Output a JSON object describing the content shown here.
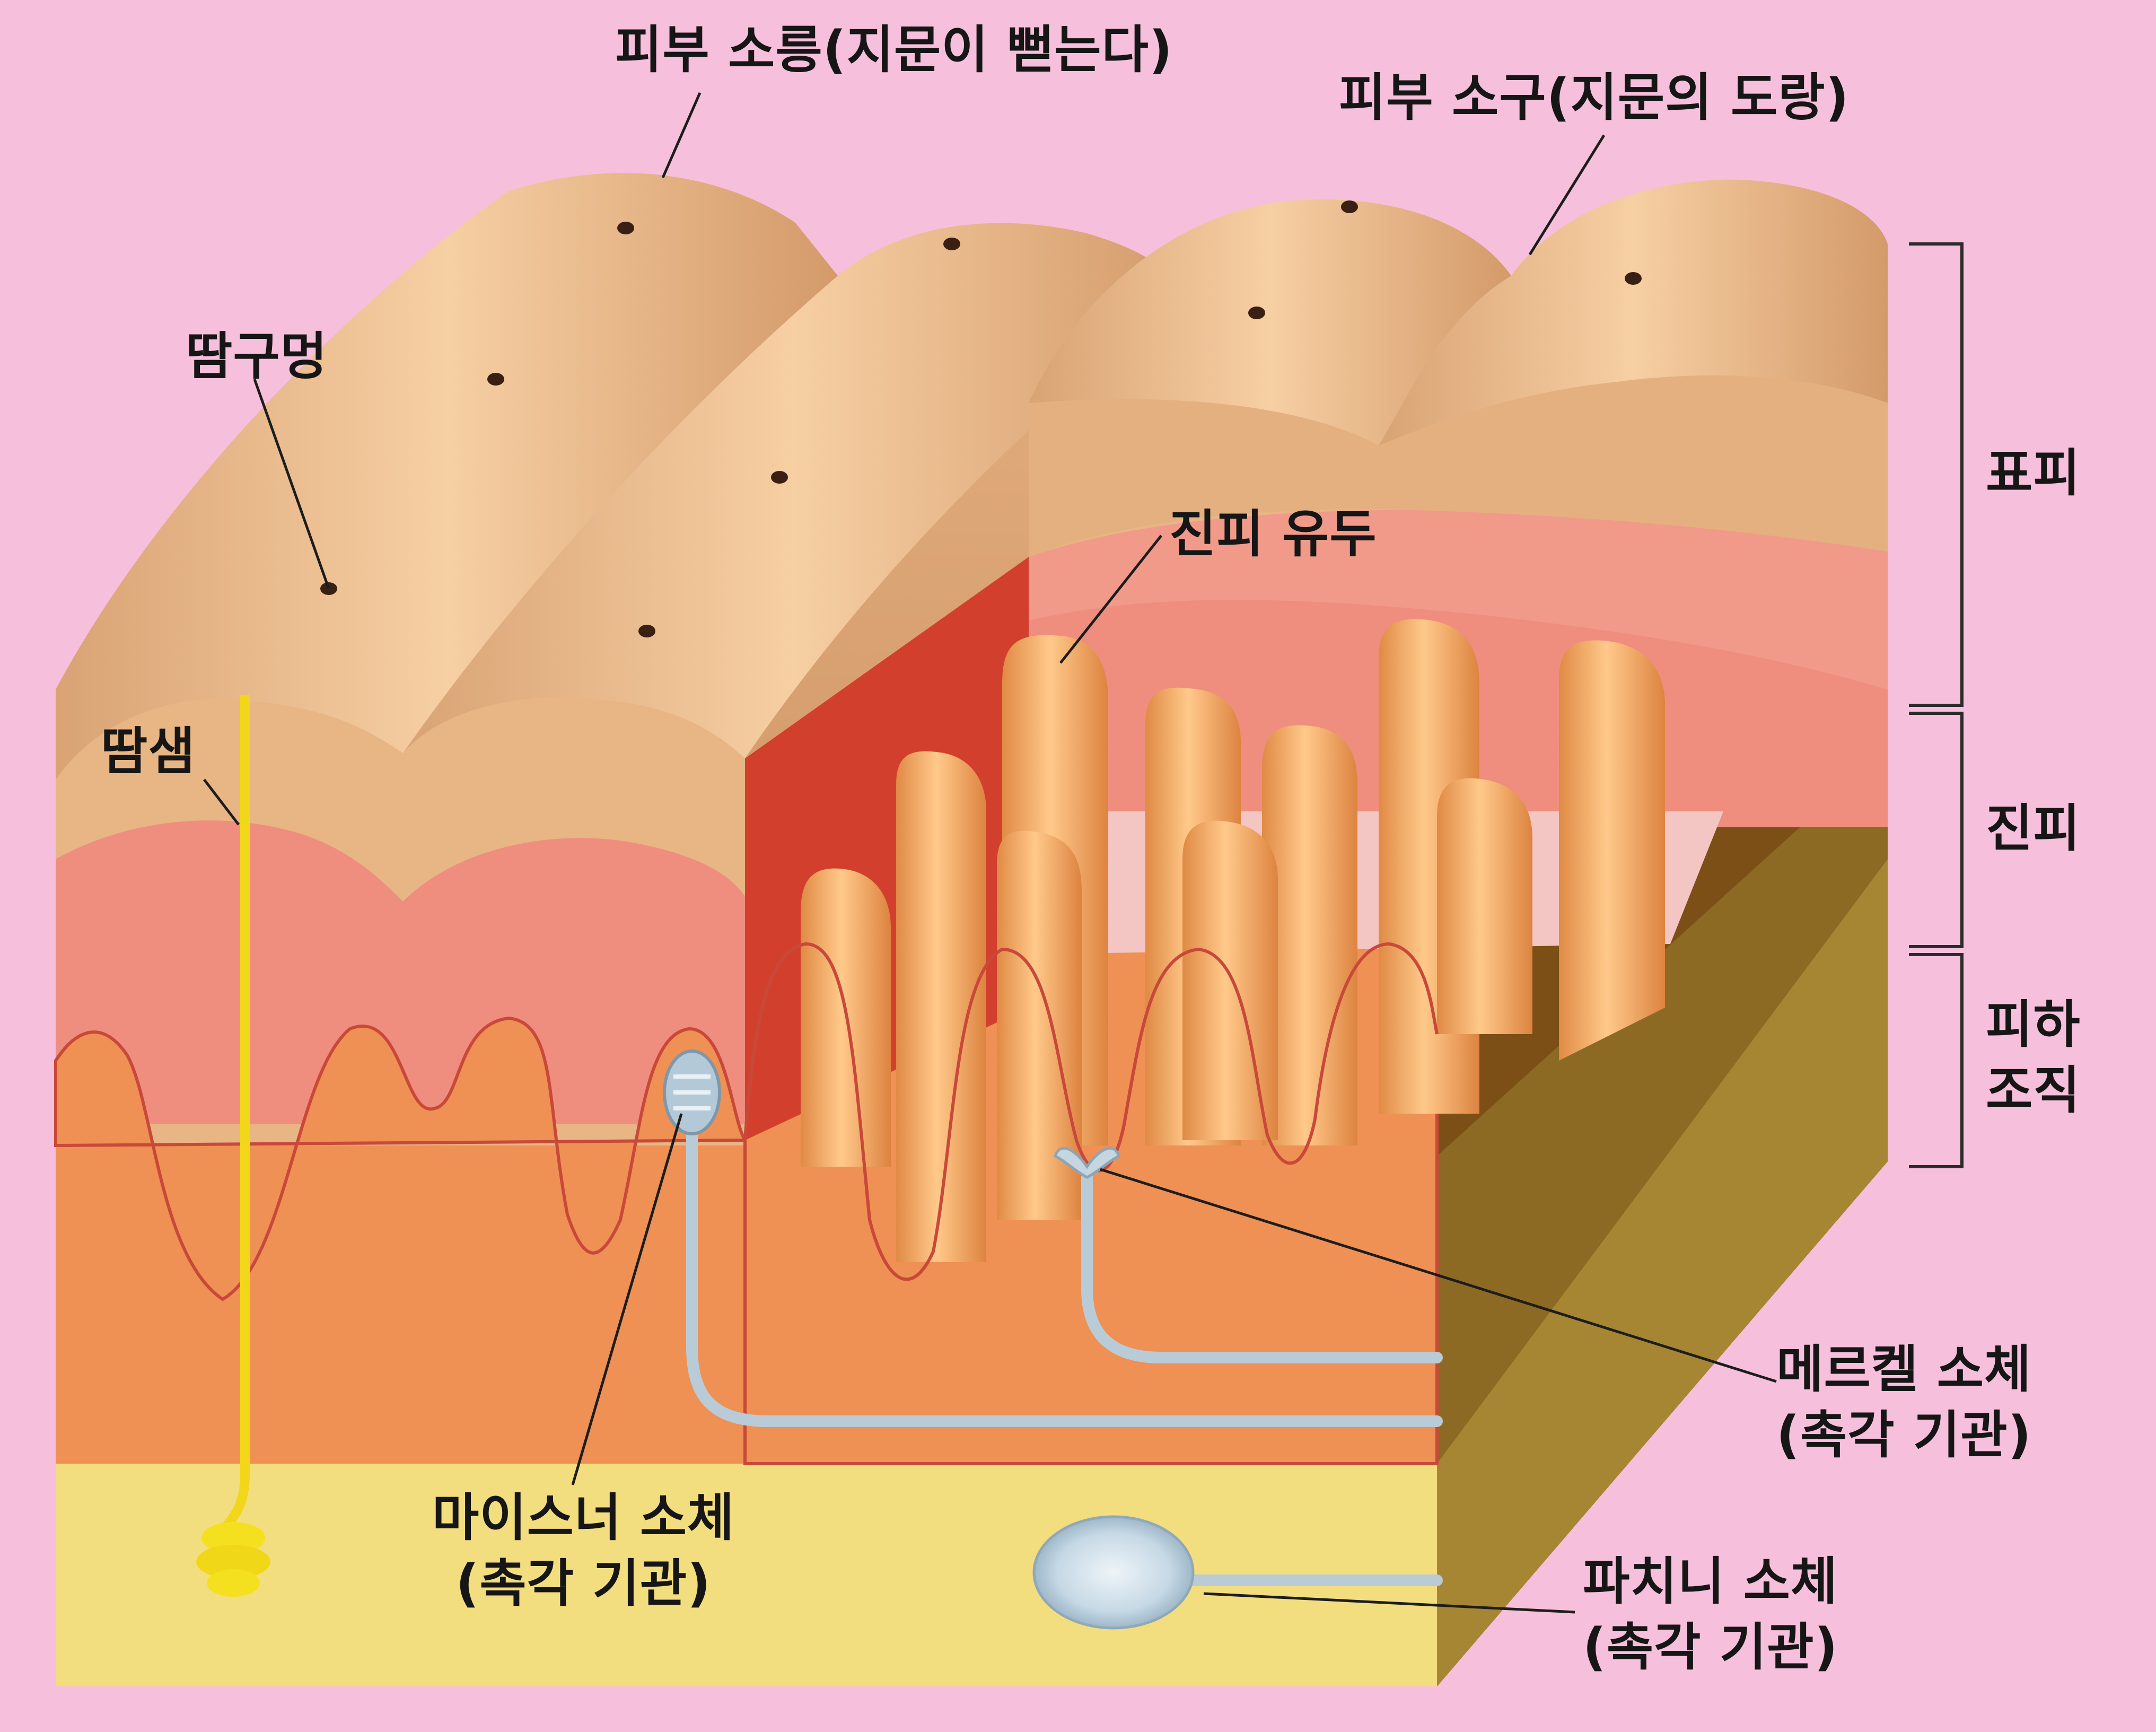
{
  "labels": {
    "ridge": "피부 소릉(지문이 뻗는다)",
    "furrow": "피부 소구(지문의 도랑)",
    "sweat_pore": "땀구멍",
    "sweat_gland": "땀샘",
    "dermal_papilla": "진피 유두",
    "layer_epidermis": "표피",
    "layer_dermis": "진피",
    "layer_subcutis_1": "피하",
    "layer_subcutis_2": "조직",
    "merkel_1": "메르켈 소체",
    "merkel_2": "(촉각 기관)",
    "meissner_1": "마이스너 소체",
    "meissner_2": "(촉각 기관)",
    "pacini_1": "파치니 소체",
    "pacini_2": "(촉각 기관)"
  },
  "colors": {
    "background": "#f6bfdb",
    "epidermis": "#e9b886",
    "epidermis_top": "#f2c497",
    "epidermis_pink": "#ef8e7e",
    "dermis": "#ef8f55",
    "dermis_side": "#d0392a",
    "fat": "#f2dd7c",
    "sweat_duct": "#f6e21b",
    "nerve": "#b9cbd6",
    "side_dark": "#8a5a1a",
    "side_olive": "#9a7a2a"
  }
}
